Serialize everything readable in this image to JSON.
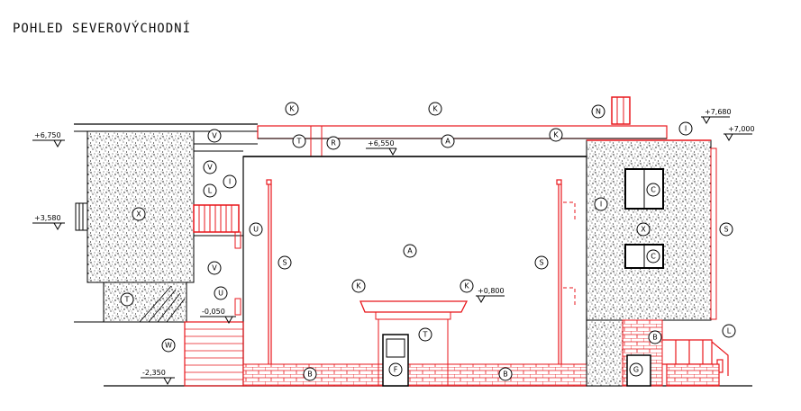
{
  "title": "POHLED SEVEROVÝCHODNÍ",
  "colors": {
    "line": "#000000",
    "accent": "#e8161b"
  },
  "levels": [
    "+6,750",
    "+3,580",
    "-0,050",
    "-2,350",
    "+6,550",
    "+0,800",
    "+7,680",
    "+7,000"
  ],
  "tags": [
    "K",
    "K",
    "N",
    "I",
    "T",
    "R",
    "V",
    "A",
    "K",
    "V",
    "I",
    "L",
    "X",
    "U",
    "V",
    "U",
    "T",
    "W",
    "S",
    "A",
    "S",
    "K",
    "K",
    "T",
    "F",
    "B",
    "B",
    "I",
    "C",
    "X",
    "C",
    "S",
    "B",
    "G",
    "L"
  ]
}
